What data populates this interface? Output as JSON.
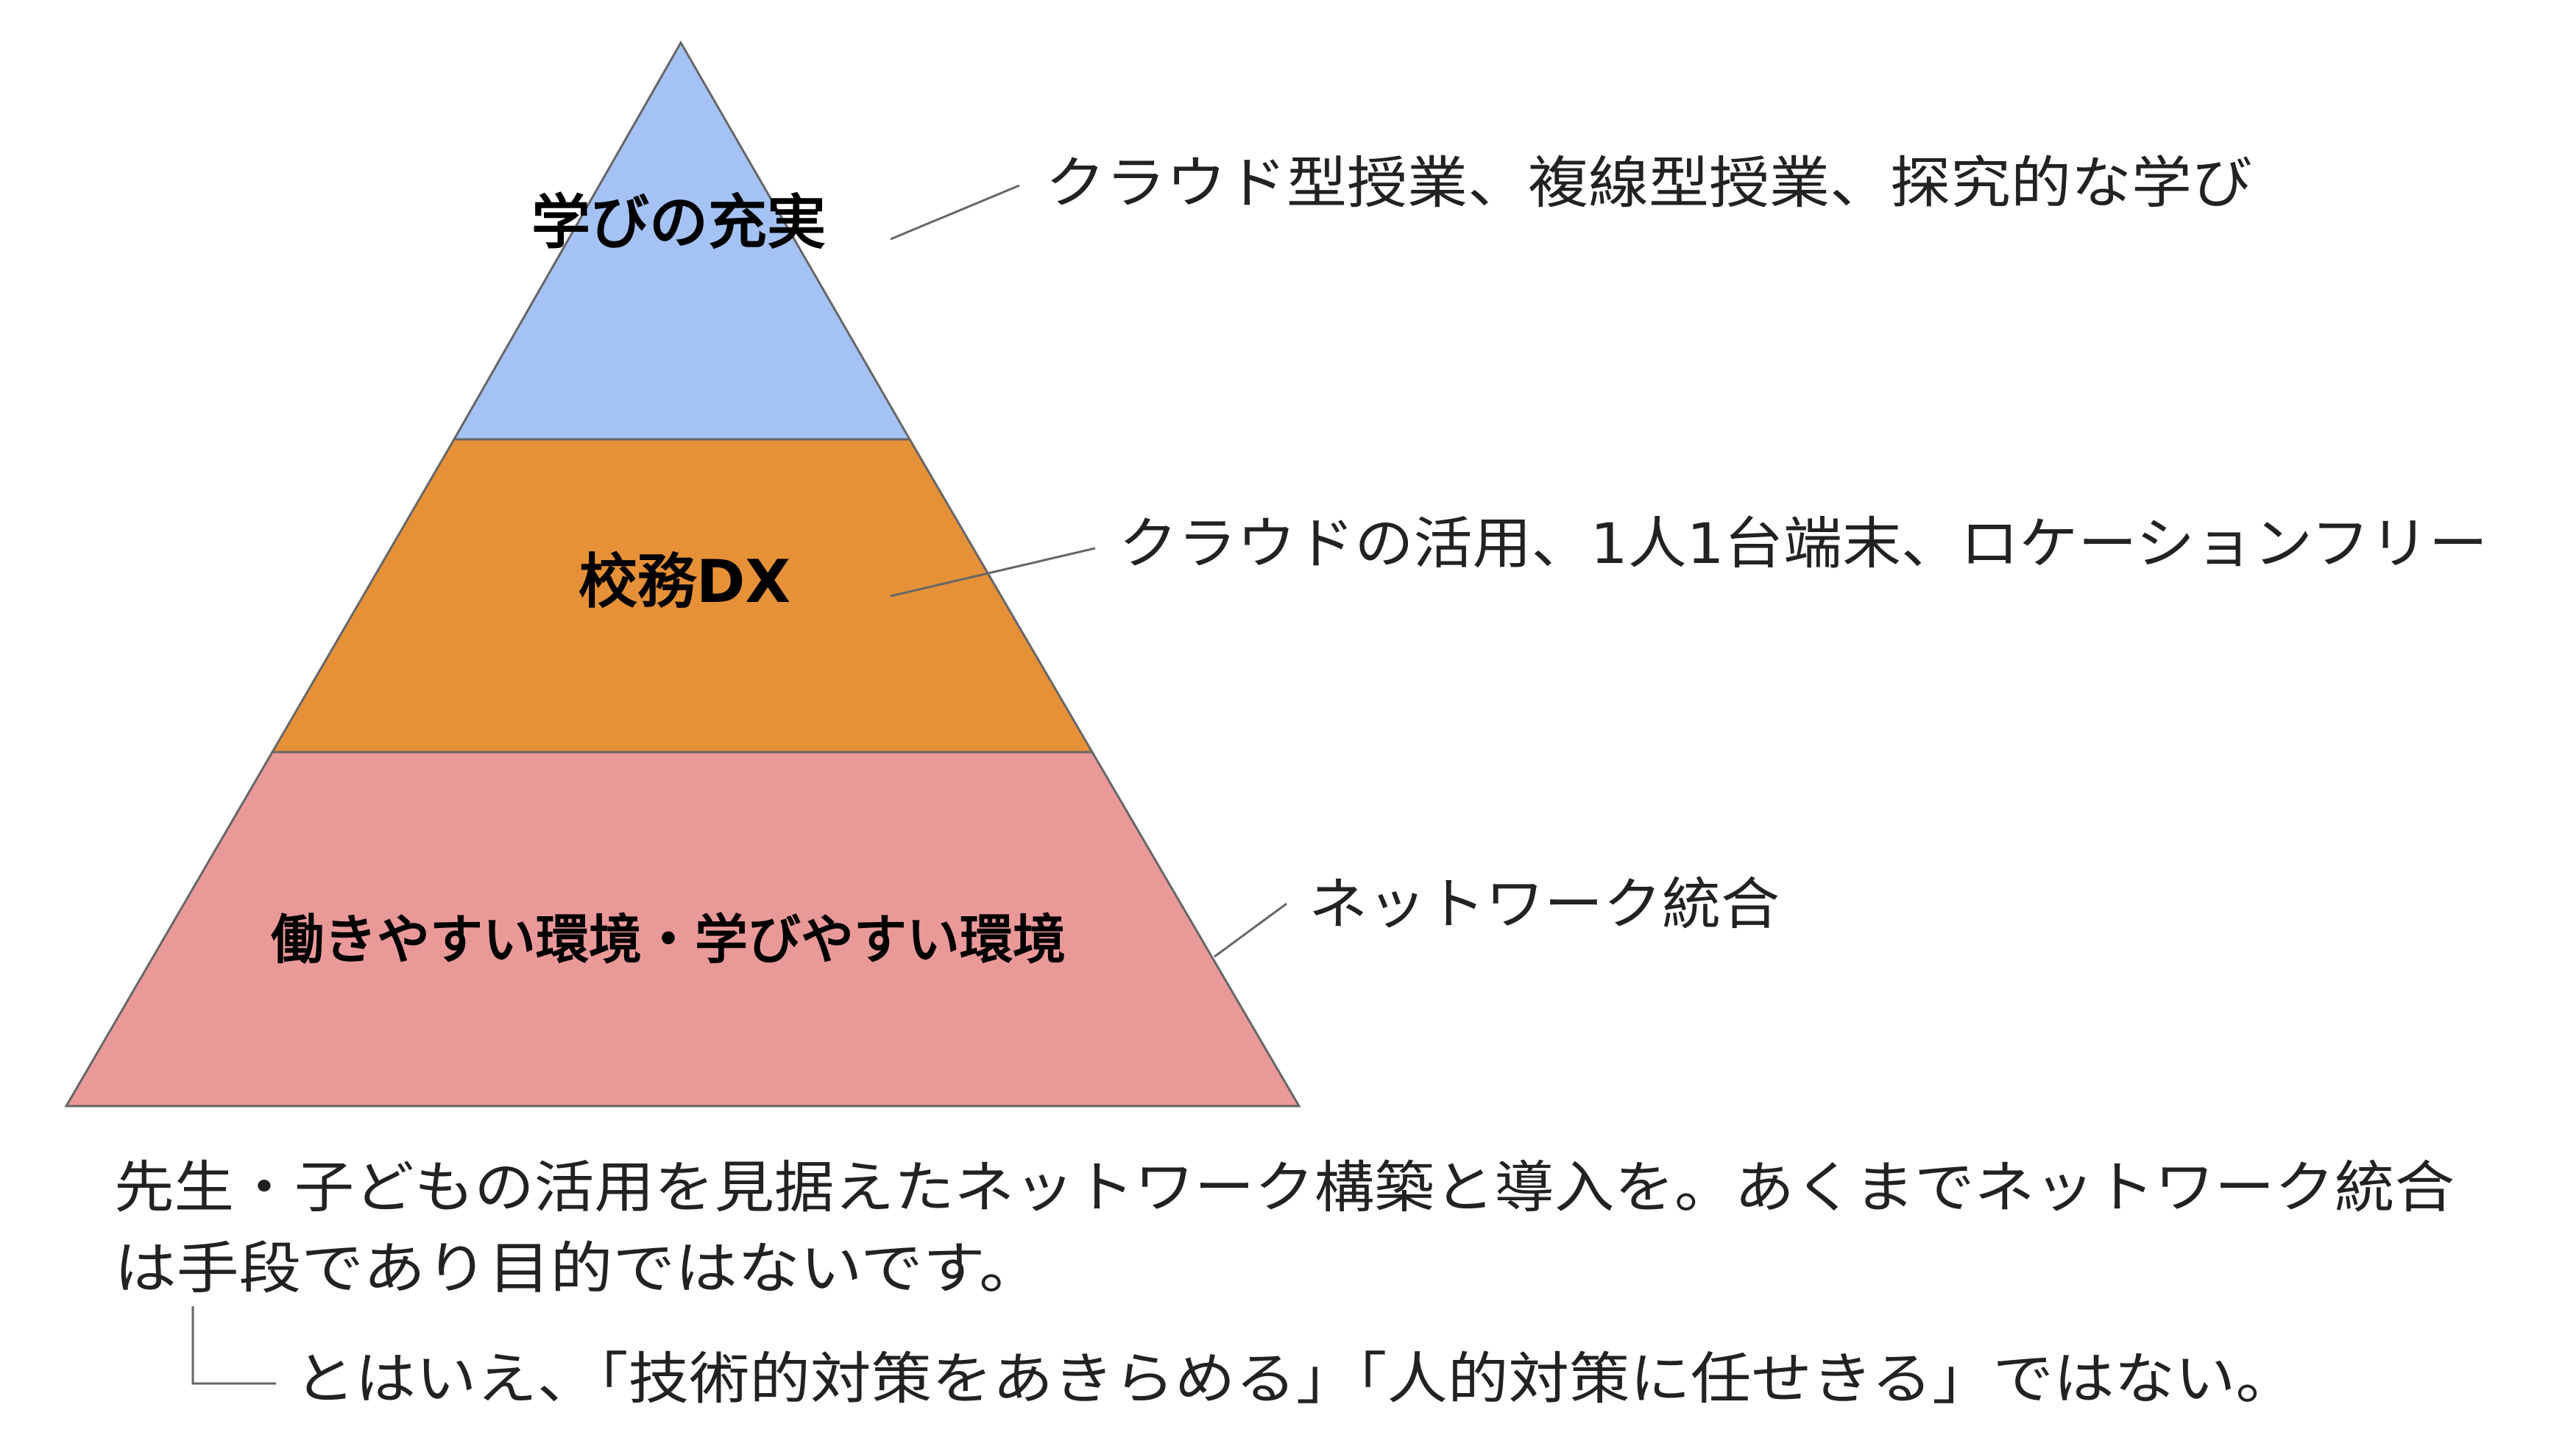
{
  "pyramid": {
    "tiers": [
      {
        "label": "学びの充実",
        "note": "クラウド型授業、複線型授業、探究的な学び",
        "color": "#a4c2f4"
      },
      {
        "label": "校務DX",
        "note": "クラウドの活用、1人1台端末、ロケーションフリー",
        "color": "#e69138"
      },
      {
        "label": "働きやすい環境・学びやすい環境",
        "note": "ネットワーク統合",
        "color": "#ea9999"
      }
    ],
    "outline_color": "#666666"
  },
  "text": {
    "body_line1": "先生・子どもの活用を見据えたネットワーク構築と導入を。あくまでネットワーク統合",
    "body_line2": "は手段であり目的ではないです。",
    "sub_note": "とはいえ、「技術的対策をあきらめる」「人的対策に任せきる」ではない。"
  }
}
